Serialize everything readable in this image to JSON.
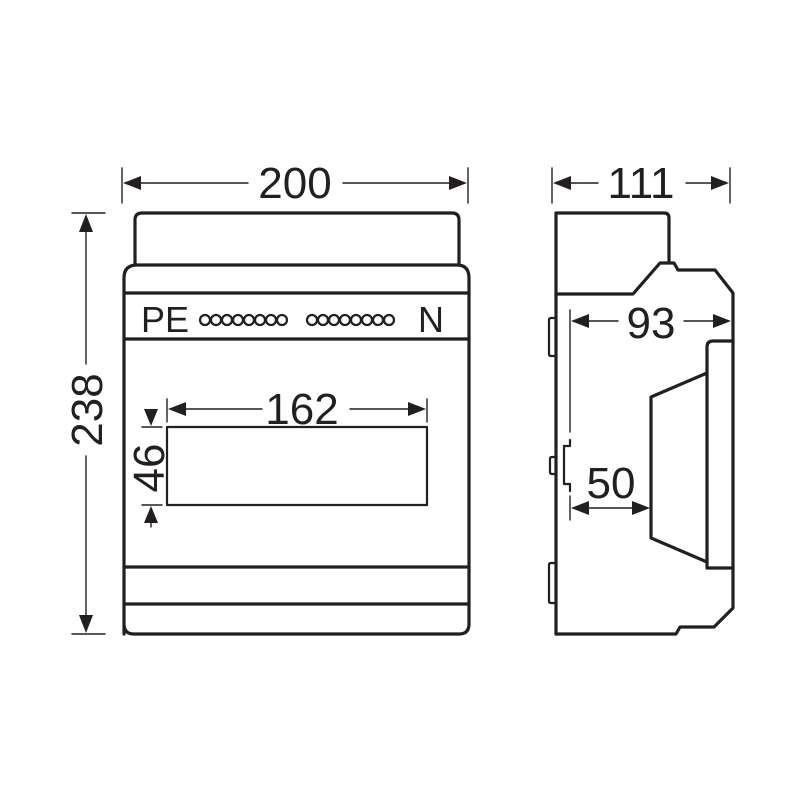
{
  "diagram": {
    "type": "dimension-drawing",
    "subject": "distribution enclosure",
    "line_color": "#231f20",
    "background": "#ffffff",
    "front_view": {
      "overall_width": "200",
      "overall_height": "238",
      "cutout_width": "162",
      "cutout_height": "46",
      "terminal_label_left": "PE",
      "terminal_label_right": "N",
      "terminal_groups": [
        {
          "name": "pe-terminals",
          "count": 8
        },
        {
          "name": "n-terminals",
          "count": 8
        }
      ]
    },
    "side_view": {
      "overall_depth": "111",
      "inner_depth": "93",
      "rail_to_cover_depth": "50"
    }
  }
}
